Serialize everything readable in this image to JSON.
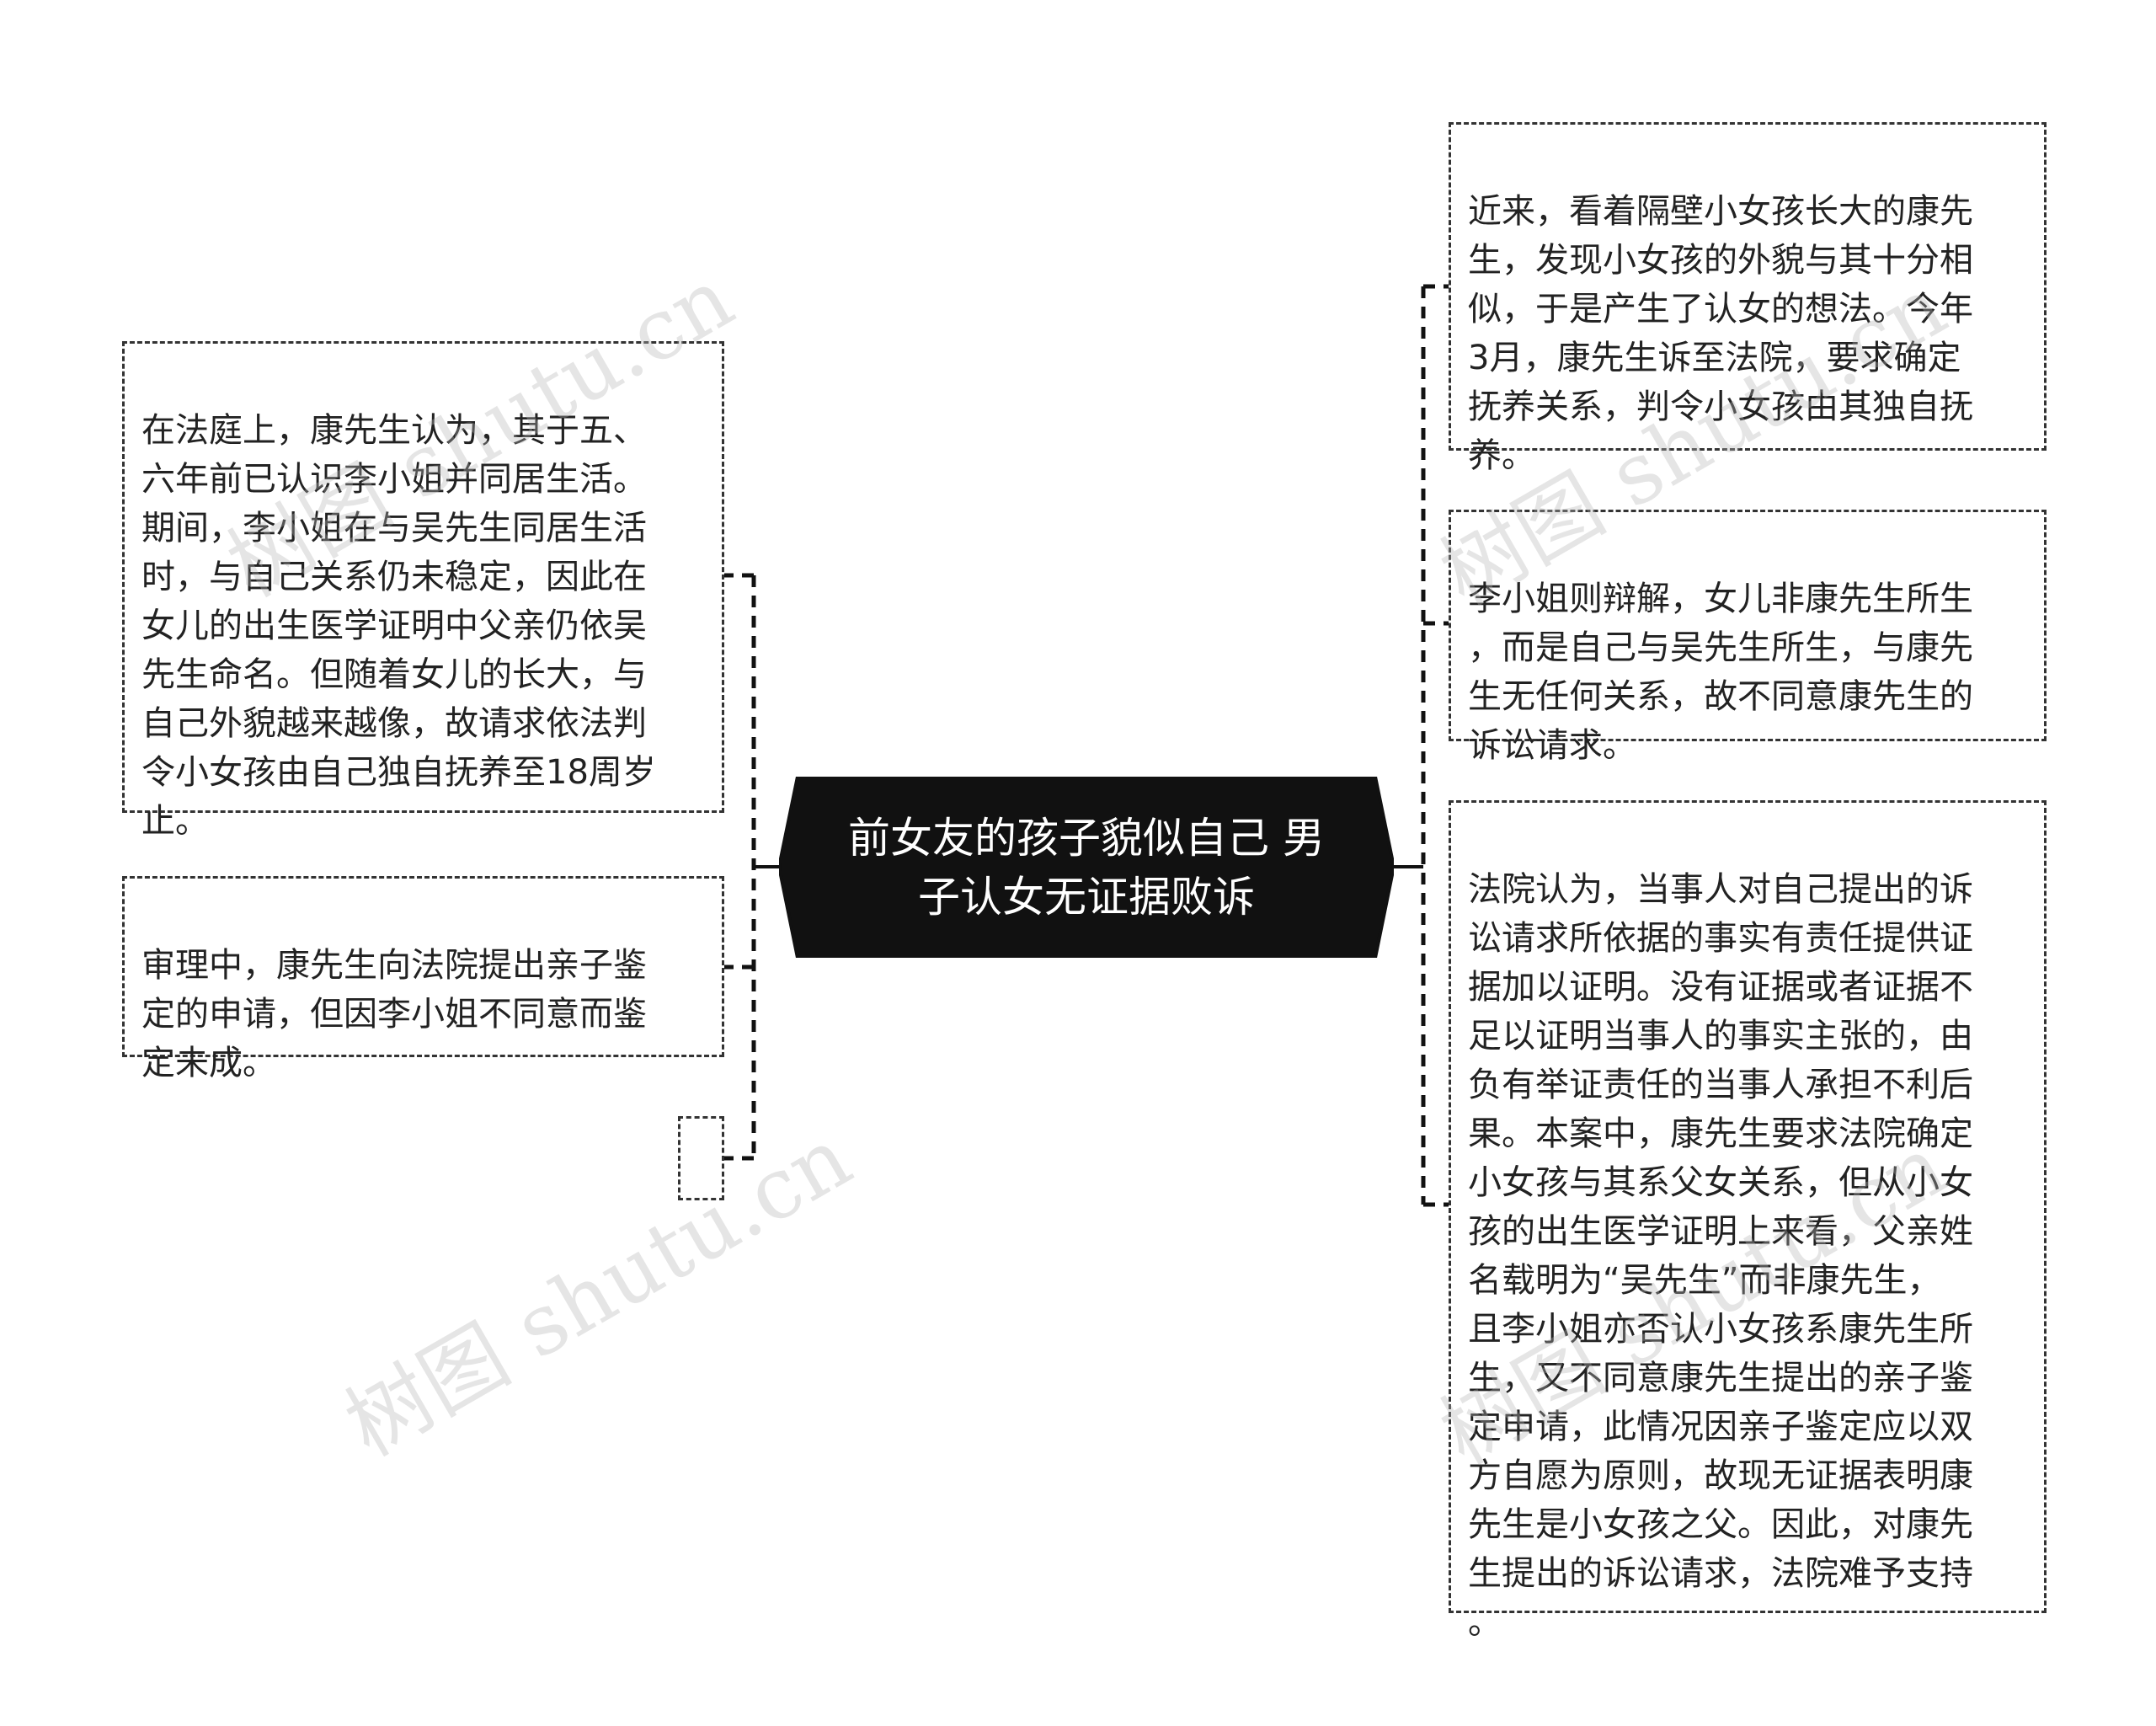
{
  "central_topic": {
    "text": "前女友的孩子貌似自己 男\n子认女无证据败诉"
  },
  "left_branches": [
    {
      "text": "在法庭上，康先生认为，其于五、\n六年前已认识李小姐并同居生活。\n期间，李小姐在与吴先生同居生活\n时，与自己关系仍未稳定，因此在\n女儿的出生医学证明中父亲仍依吴\n先生命名。但随着女儿的长大，与\n自己外貌越来越像，故请求依法判\n令小女孩由自己独自抚养至18周岁\n止。"
    },
    {
      "text": "审理中，康先生向法院提出亲子鉴\n定的申请，但因李小姐不同意而鉴\n定未成。"
    },
    {
      "text": ""
    }
  ],
  "right_branches": [
    {
      "text": "近来，看着隔壁小女孩长大的康先\n生，发现小女孩的外貌与其十分相\n似，于是产生了认女的想法。今年\n3月，康先生诉至法院，要求确定\n抚养关系，判令小女孩由其独自抚\n养。"
    },
    {
      "text": "李小姐则辩解，女儿非康先生所生\n，而是自己与吴先生所生，与康先\n生无任何关系，故不同意康先生的\n诉讼请求。"
    },
    {
      "text": "法院认为，当事人对自己提出的诉\n讼请求所依据的事实有责任提供证\n据加以证明。没有证据或者证据不\n足以证明当事人的事实主张的，由\n负有举证责任的当事人承担不利后\n果。本案中，康先生要求法院确定\n小女孩与其系父女关系，但从小女\n孩的出生医学证明上来看，父亲姓\n名载明为“吴先生”而非康先生，\n且李小姐亦否认小女孩系康先生所\n生，又不同意康先生提出的亲子鉴\n定申请，此情况因亲子鉴定应以双\n方自愿为原则，故现无证据表明康\n先生是小女孩之父。因此，对康先\n生提出的诉讼请求，法院难予支持\n。"
    }
  ],
  "watermarks": [
    "树图 shutu.cn",
    "树图 shutu.cn",
    "树图 shutu.cn",
    "树图 shutu.cn"
  ],
  "colors": {
    "central_fill": "#111111",
    "central_text": "#ffffff",
    "node_border": "#333333",
    "connector": "#111111"
  }
}
